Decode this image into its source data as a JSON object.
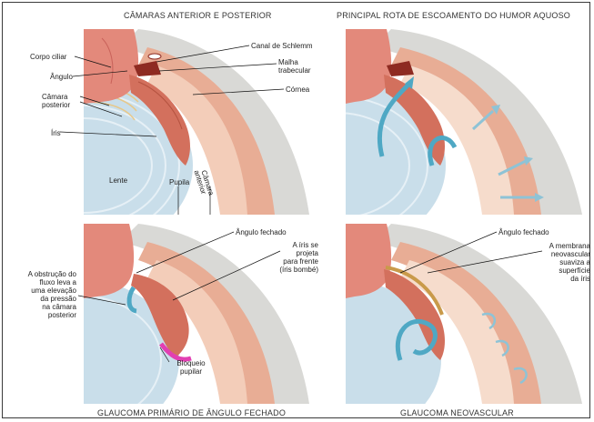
{
  "panels": {
    "top_left": {
      "title": "CÂMARAS ANTERIOR E POSTERIOR",
      "labels": {
        "ciliary_body": "Corpo ciliar",
        "angle": "Ângulo",
        "posterior_chamber_1": "Câmara",
        "posterior_chamber_2": "posterior",
        "iris": "Íris",
        "lens": "Lente",
        "pupil": "Pupila",
        "anterior_chamber_1": "Câmara",
        "anterior_chamber_2": "anterior",
        "schlemm": "Canal de Schlemm",
        "trabecular_1": "Malha",
        "trabecular_2": "trabecular",
        "cornea": "Córnea"
      }
    },
    "top_right": {
      "title": "PRINCIPAL ROTA DE ESCOAMENTO DO HUMOR AQUOSO"
    },
    "bottom_left": {
      "title": "GLAUCOMA PRIMÁRIO DE ÂNGULO FECHADO",
      "labels": {
        "closed_angle": "Ângulo fechado",
        "obstruction": [
          "A obstrução do",
          "fluxo leva a",
          "uma elevação",
          "da pressão",
          "na câmara",
          "posterior"
        ],
        "iris_bombe": [
          "A íris se",
          "projeta",
          "para frente",
          "(íris bombé)"
        ],
        "pupillary_block": [
          "Bloqueio",
          "pupilar"
        ]
      }
    },
    "bottom_right": {
      "title": "GLAUCOMA NEOVASCULAR",
      "labels": {
        "closed_angle": "Ângulo fechado",
        "membrane": [
          "A membrana",
          "neovascular",
          "suaviza a",
          "superfície",
          "da íris"
        ]
      }
    }
  },
  "colors": {
    "cornea_outer": "#d6d6d4",
    "cornea_inner": "#e9b6a0",
    "aqueous": "#f6dccc",
    "lens": "#c8dde8",
    "iris": "#d97f6a",
    "ciliary": "#e48d80",
    "flow_arrow": "#5fb6cf",
    "block": "#e23fb2",
    "membrane": "#c99a4a"
  }
}
